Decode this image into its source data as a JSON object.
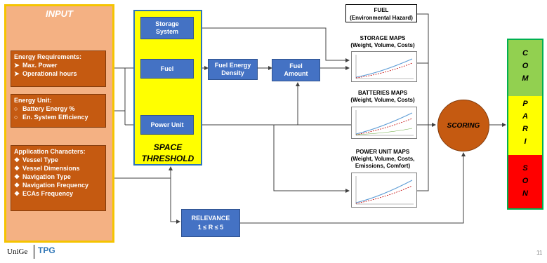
{
  "input": {
    "title": "INPUT",
    "energy_requirements": {
      "heading": "Energy Requirements:",
      "items": [
        "Max. Power",
        "Operational hours"
      ]
    },
    "energy_unit": {
      "heading": "Energy Unit:",
      "items": [
        "Battery Energy %",
        "En. System Efficiency"
      ]
    },
    "application": {
      "heading": "Application Characters:",
      "items": [
        "Vessel Type",
        "Vessel Dimensions",
        "Navigation Type",
        "Navigation Frequency",
        "ECAs Frequency"
      ]
    }
  },
  "space": {
    "title_line1": "SPACE",
    "title_line2": "THRESHOLD",
    "storage_line1": "Storage",
    "storage_line2": "System",
    "fuel": "Fuel",
    "power_unit": "Power Unit"
  },
  "fuel_energy_density": {
    "line1": "Fuel Energy",
    "line2": "Density"
  },
  "fuel_amount": {
    "line1": "Fuel",
    "line2": "Amount"
  },
  "fuel_hazard": {
    "line1": "FUEL",
    "line2": "(Environmental Hazard)"
  },
  "maps": {
    "storage": {
      "line1": "STORAGE MAPS",
      "line2": "(Weight, Volume, Costs)"
    },
    "batteries": {
      "line1": "BATTERIES MAPS",
      "line2": "(Weight, Volume, Costs)"
    },
    "power_unit": {
      "line1": "POWER UNIT MAPS",
      "line2": "(Weight, Volume, Costs,",
      "line3": "Emissions, Comfort)"
    }
  },
  "scoring": "SCORING",
  "comparison": {
    "green_letters": [
      "C",
      "O",
      "M"
    ],
    "yellow_letters": [
      "P",
      "A",
      "R",
      "I"
    ],
    "red_letters": [
      "S",
      "O",
      "N"
    ],
    "colors": {
      "green": "#92d050",
      "yellow": "#ffff00",
      "red": "#ff0000"
    }
  },
  "relevance": {
    "line1": "RELEVANCE",
    "line2": "1 ≤ R ≤ 5"
  },
  "footer": {
    "unige": "UniGe",
    "tpg": "TPG",
    "page_number": "11"
  },
  "icons": {
    "bullet_arrow": "➤",
    "bullet_circle": "○",
    "bullet_diamond": "❖"
  }
}
